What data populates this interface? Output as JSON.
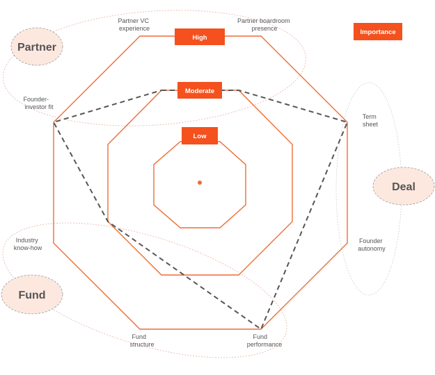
{
  "legend": {
    "label": "Importance"
  },
  "levels": {
    "high": "High",
    "moderate": "Moderate",
    "low": "Low"
  },
  "groups": {
    "partner": "Partner",
    "deal": "Deal",
    "fund": "Fund"
  },
  "axes": {
    "partner_vc_experience": [
      "Partner VC",
      "experience"
    ],
    "partner_boardroom_presence": [
      "Partner boardroom",
      "presence"
    ],
    "founder_investor_fit": [
      "Founder-",
      "investor fit"
    ],
    "term_sheet": [
      "Term",
      "sheet"
    ],
    "founder_autonomy": [
      "Founder",
      "autonomy"
    ],
    "industry_know_how": [
      "Industry",
      "know-how"
    ],
    "fund_structure": [
      "Fund",
      "structure"
    ],
    "fund_performance": [
      "Fund",
      "performance"
    ]
  },
  "colors": {
    "accent": "#f4511e",
    "octagon_stroke": "#ef6c35",
    "group_fill": "#fde8df",
    "dashed_profile": "#555555",
    "ellipse_stroke": "#e6b3a3"
  }
}
